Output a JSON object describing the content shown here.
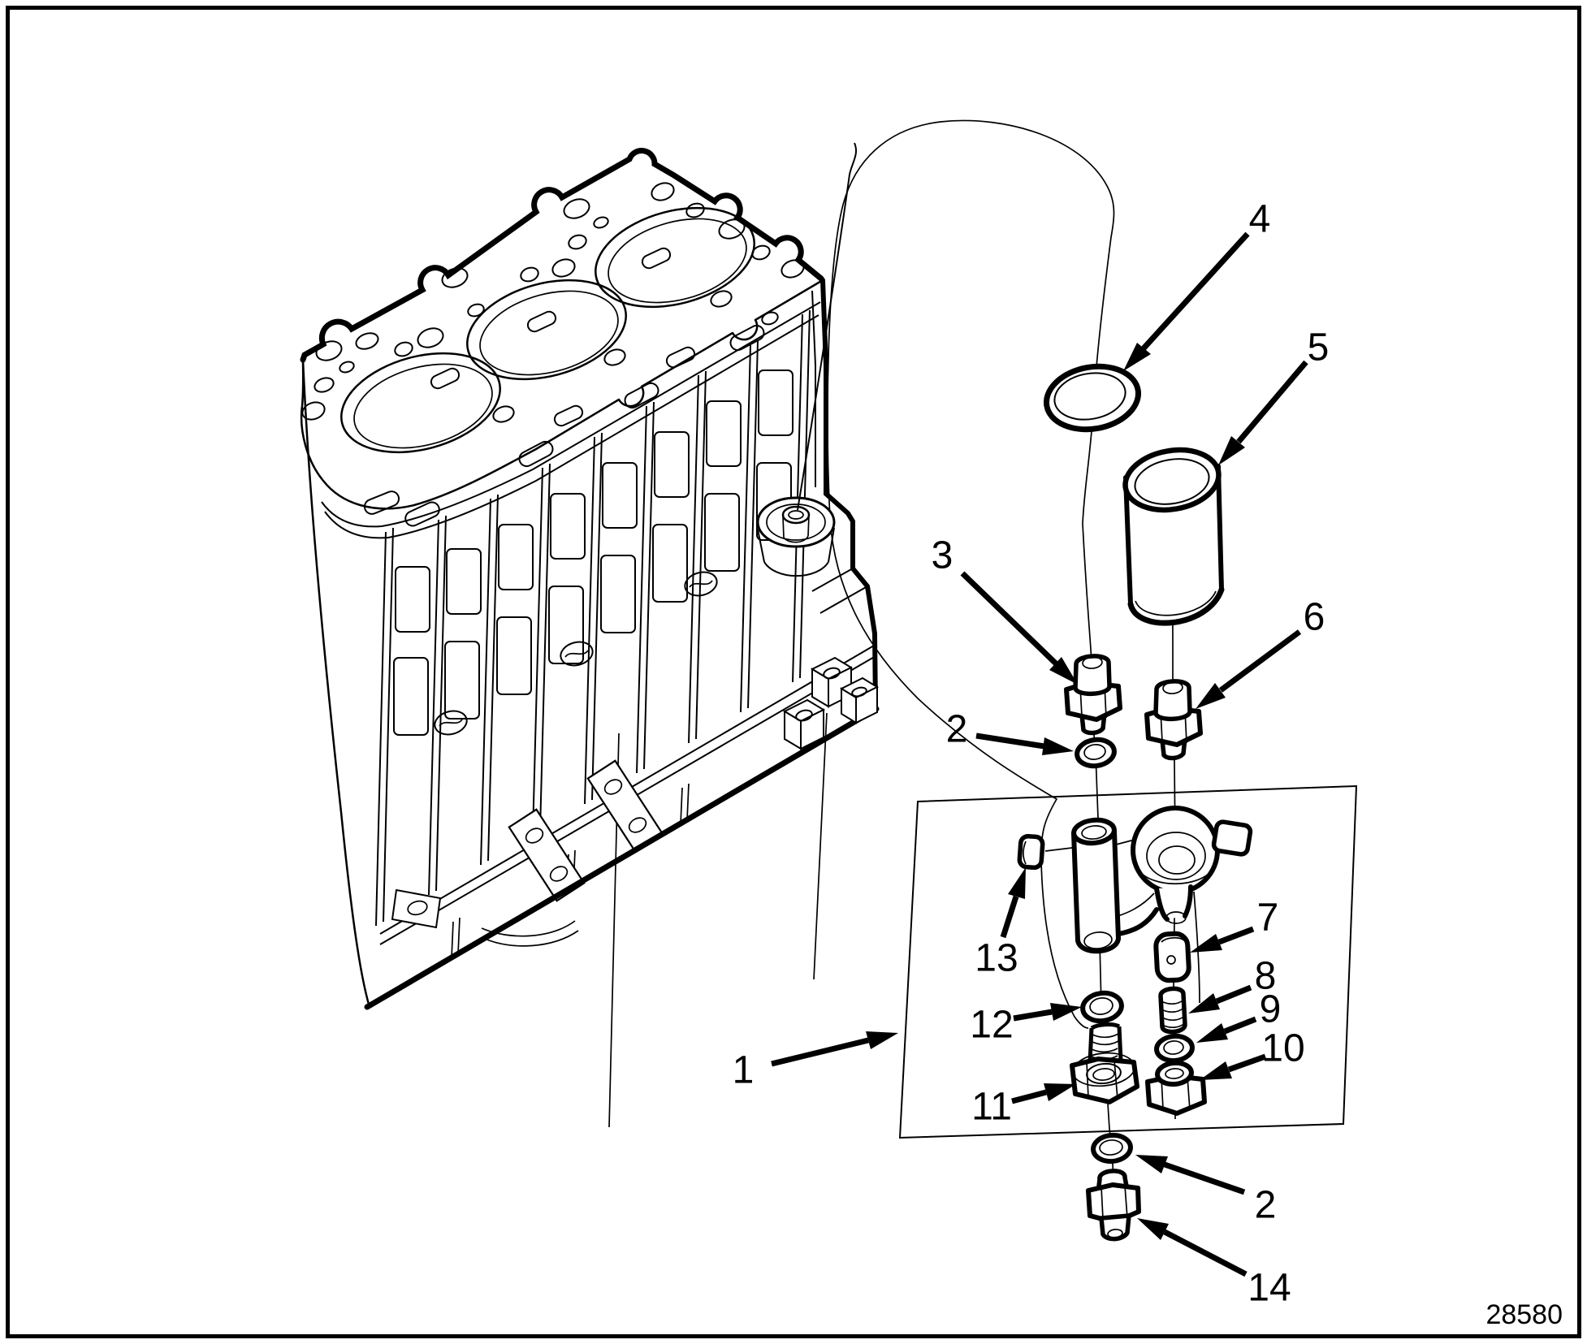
{
  "figure": {
    "number": "28580"
  },
  "style": {
    "line_color": "#000000",
    "background_color": "#ffffff"
  },
  "callouts": [
    {
      "label": "1"
    },
    {
      "label": "2"
    },
    {
      "label": "2"
    },
    {
      "label": "3"
    },
    {
      "label": "4"
    },
    {
      "label": "5"
    },
    {
      "label": "6"
    },
    {
      "label": "7"
    },
    {
      "label": "8"
    },
    {
      "label": "9"
    },
    {
      "label": "10"
    },
    {
      "label": "11"
    },
    {
      "label": "12"
    },
    {
      "label": "13"
    },
    {
      "label": "14"
    }
  ]
}
